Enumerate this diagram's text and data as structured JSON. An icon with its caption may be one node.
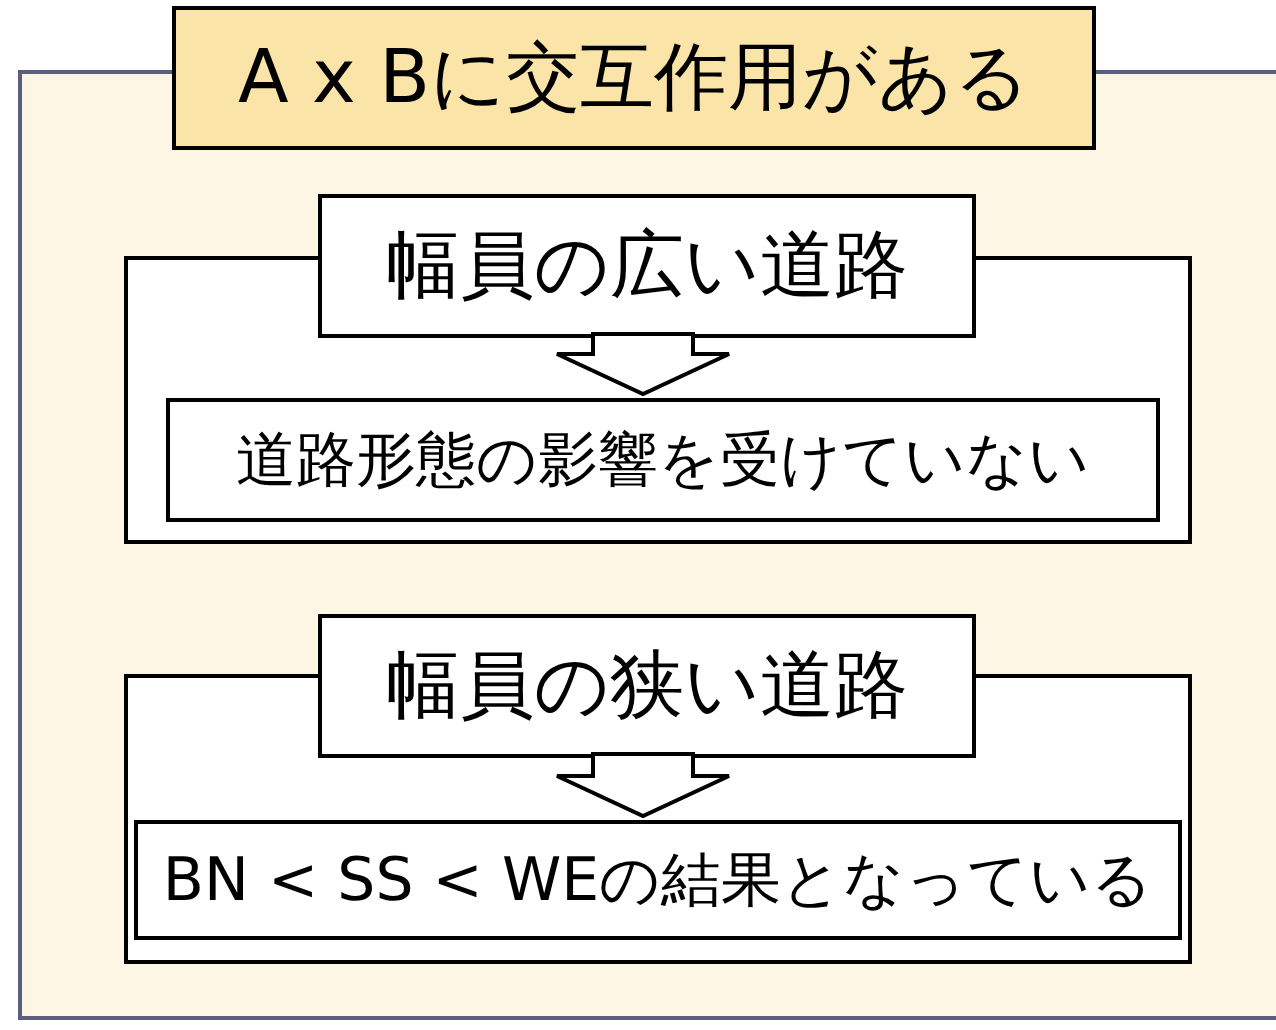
{
  "diagram": {
    "nodes": [
      {
        "text": [
          "A x Bに交互作用がある"
        ]
      },
      {
        "text": [
          "幅員の広い道路"
        ],
        "in": 0
      },
      {
        "text": [
          "道路形態の影響を受けていない"
        ],
        "in": 1
      },
      {
        "text": [
          "幅員の狭い道路"
        ],
        "in": 0
      },
      {
        "text": [
          "BN < SS < WEの結果となっている"
        ],
        "in": 3
      }
    ],
    "edges": [
      {
        "from": 1,
        "to": 2,
        "arrow": "to"
      },
      {
        "from": 3,
        "to": 4,
        "arrow": "to"
      }
    ]
  }
}
